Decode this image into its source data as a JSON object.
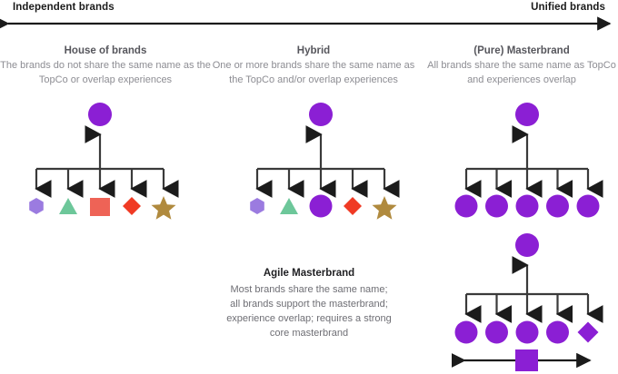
{
  "axis": {
    "left_label": "Independent brands",
    "right_label": "Unified brands",
    "arrow_style": "double-headed",
    "line_color": "#1b1b1b"
  },
  "colors": {
    "purple": "#8B1FD4",
    "light_purple_hexagon": "#9B7BE0",
    "green_triangle": "#6DC79A",
    "salmon_square": "#EE6356",
    "red_diamond": "#F03A24",
    "bronze_star": "#B08A3E",
    "connector": "#3a3a3a",
    "heading_text": "#56565c",
    "body_text": "#8d8d93",
    "axis_text": "#1b1b1b"
  },
  "columns": [
    {
      "id": "house-of-brands",
      "title": "House of brands",
      "description": "The brands do not share the same name as the TopCo or overlap experiences",
      "topco": {
        "shape": "circle",
        "color": "#8B1FD4"
      },
      "children": [
        {
          "shape": "hexagon",
          "color": "#9B7BE0"
        },
        {
          "shape": "triangle",
          "color": "#6DC79A"
        },
        {
          "shape": "square",
          "color": "#EE6356"
        },
        {
          "shape": "diamond",
          "color": "#F03A24"
        },
        {
          "shape": "star",
          "color": "#B08A3E"
        }
      ]
    },
    {
      "id": "hybrid",
      "title": "Hybrid",
      "description": "One or more brands share the same name as the TopCo and/or overlap experiences",
      "topco": {
        "shape": "circle",
        "color": "#8B1FD4"
      },
      "children": [
        {
          "shape": "hexagon",
          "color": "#9B7BE0"
        },
        {
          "shape": "triangle",
          "color": "#6DC79A"
        },
        {
          "shape": "circle",
          "color": "#8B1FD4"
        },
        {
          "shape": "diamond",
          "color": "#F03A24"
        },
        {
          "shape": "star",
          "color": "#B08A3E"
        }
      ]
    },
    {
      "id": "pure-masterbrand",
      "title": "(Pure) Masterbrand",
      "description": "All brands share the same name as TopCo and experiences overlap",
      "topco": {
        "shape": "circle",
        "color": "#8B1FD4"
      },
      "children": [
        {
          "shape": "circle",
          "color": "#8B1FD4"
        },
        {
          "shape": "circle",
          "color": "#8B1FD4"
        },
        {
          "shape": "circle",
          "color": "#8B1FD4"
        },
        {
          "shape": "circle",
          "color": "#8B1FD4"
        },
        {
          "shape": "circle",
          "color": "#8B1FD4"
        }
      ]
    }
  ],
  "agile": {
    "title": "Agile Masterbrand",
    "description_lines": [
      "Most brands share the same name;",
      "all brands support the masterbrand;",
      "experience overlap; requires a strong",
      "core masterbrand"
    ],
    "topco": {
      "shape": "circle",
      "color": "#8B1FD4"
    },
    "children": [
      {
        "shape": "circle",
        "color": "#8B1FD4"
      },
      {
        "shape": "circle",
        "color": "#8B1FD4"
      },
      {
        "shape": "circle",
        "color": "#8B1FD4"
      },
      {
        "shape": "circle",
        "color": "#8B1FD4"
      },
      {
        "shape": "diamond",
        "color": "#8B1FD4"
      }
    ],
    "core": {
      "shape": "square",
      "color": "#8B1FD4",
      "arrow": "double-headed"
    }
  }
}
